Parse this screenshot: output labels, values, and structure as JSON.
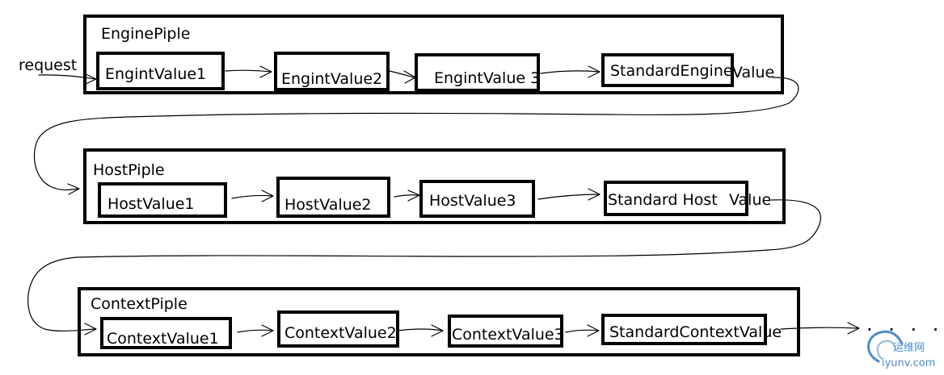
{
  "request_label": "request",
  "continuation_dots": ". . . . .",
  "pipelines": [
    {
      "title": "EnginePiple",
      "valves": [
        "EngintValue1",
        "EngintValue2",
        "EngintValue 3",
        "StandardEngine",
        "Value"
      ]
    },
    {
      "title": "HostPiple",
      "valves": [
        "HostValue1",
        "HostValue2",
        "HostValue3",
        "Standard Host",
        "Value"
      ]
    },
    {
      "title": "ContextPiple",
      "valves": [
        "ContextValue1",
        "ContextValue2",
        "ContextValue3",
        "StandardContextValue"
      ]
    }
  ],
  "watermark": {
    "site_cn": "运维网",
    "site_en": "iyunv.com",
    "color": "#4e8ccc"
  }
}
